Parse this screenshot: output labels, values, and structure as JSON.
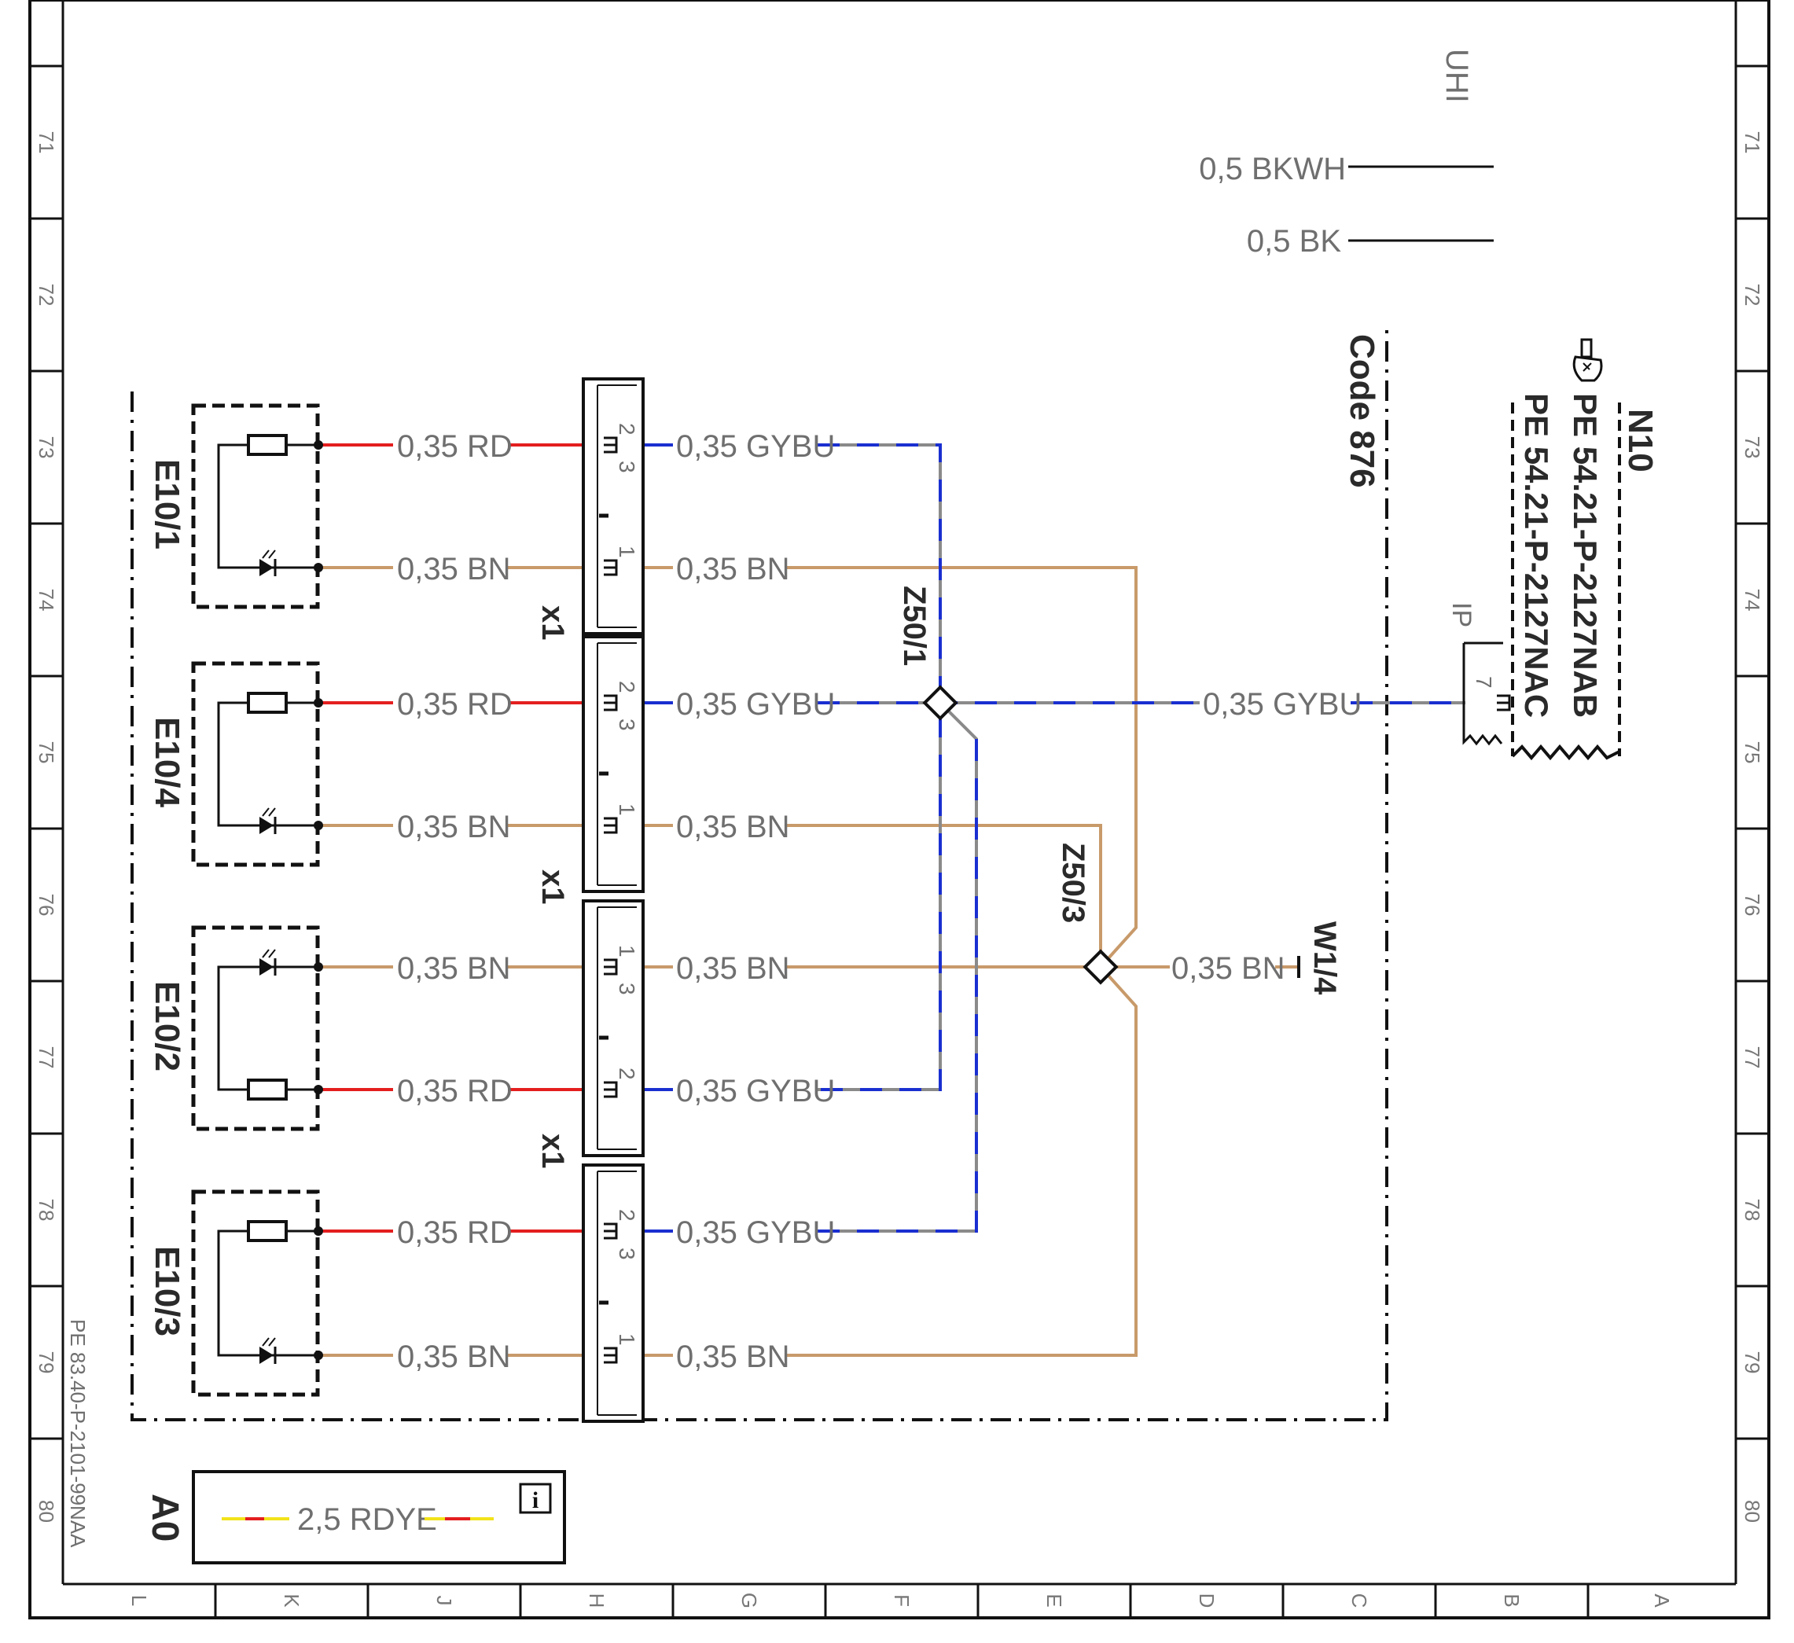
{
  "colors": {
    "red": "#e41e1e",
    "brown": "#c89a6a",
    "blue": "#1a2fd0",
    "gray": "#8a8a8a",
    "yellow": "#f2e21a",
    "black": "#111111"
  },
  "grid": {
    "rows": [
      "71",
      "72",
      "73",
      "74",
      "75",
      "76",
      "77",
      "78",
      "79",
      "80"
    ],
    "cols": [
      "L",
      "K",
      "J",
      "H",
      "G",
      "F",
      "E",
      "D",
      "C",
      "B",
      "A"
    ]
  },
  "document_ref": "PE 83.40-P-2101-99NAA",
  "legend": {
    "lines": [
      "0,5 BKWH",
      "0,5 BK"
    ],
    "tag": "UHI"
  },
  "components": {
    "e10_1": "E10/1",
    "e10_4": "E10/4",
    "e10_2": "E10/2",
    "e10_3": "E10/3",
    "a0": "A0",
    "x1": "x1",
    "z50_1": "Z50/1",
    "z50_3": "Z50/3",
    "w1_4": "W1/4",
    "n10": "N10",
    "n10_ref_1": "PE 54.21-P-2127NAB",
    "n10_ref_2": "PE 54.21-P-2127NAC",
    "ip": "IP",
    "code": "Code 876"
  },
  "wires": {
    "rd": "0,35 RD",
    "bn": "0,35 BN",
    "gybu": "0,35 GYBU",
    "rdye": "2,5 RDYE"
  },
  "pins": {
    "p1": "1",
    "p2": "2",
    "p3": "3",
    "p7": "7"
  },
  "info_icon": "info-icon",
  "hand_icon": "pointing-hand-icon"
}
